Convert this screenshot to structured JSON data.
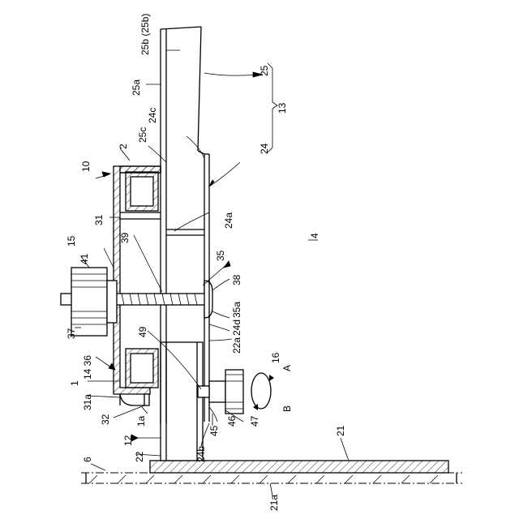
{
  "labels": {
    "l25b": "25b (25b)",
    "l25": "25",
    "l25a": "25a",
    "l13": "13",
    "l24c": "24c",
    "l25c": "25c",
    "l24": "24",
    "l2": "2",
    "l10": "10",
    "l24a": "24a",
    "l31": "31",
    "l4": "4",
    "l15": "15",
    "l39": "39",
    "l35": "35",
    "l41": "41",
    "l38": "38",
    "l35a": "35a",
    "l24d": "24d",
    "l37": "37",
    "l49": "49",
    "l22a": "22a",
    "l14_36": "14 36",
    "l16": "16",
    "lA": "A",
    "l1": "1",
    "l31a": "31a",
    "lB": "B",
    "l32": "32",
    "l1a": "1a",
    "l46": "46",
    "l47": "47",
    "l45": "45",
    "l12": "12",
    "l21": "21",
    "l24b": "24b",
    "l22": "22",
    "l6": "6",
    "l21a": "21a"
  }
}
